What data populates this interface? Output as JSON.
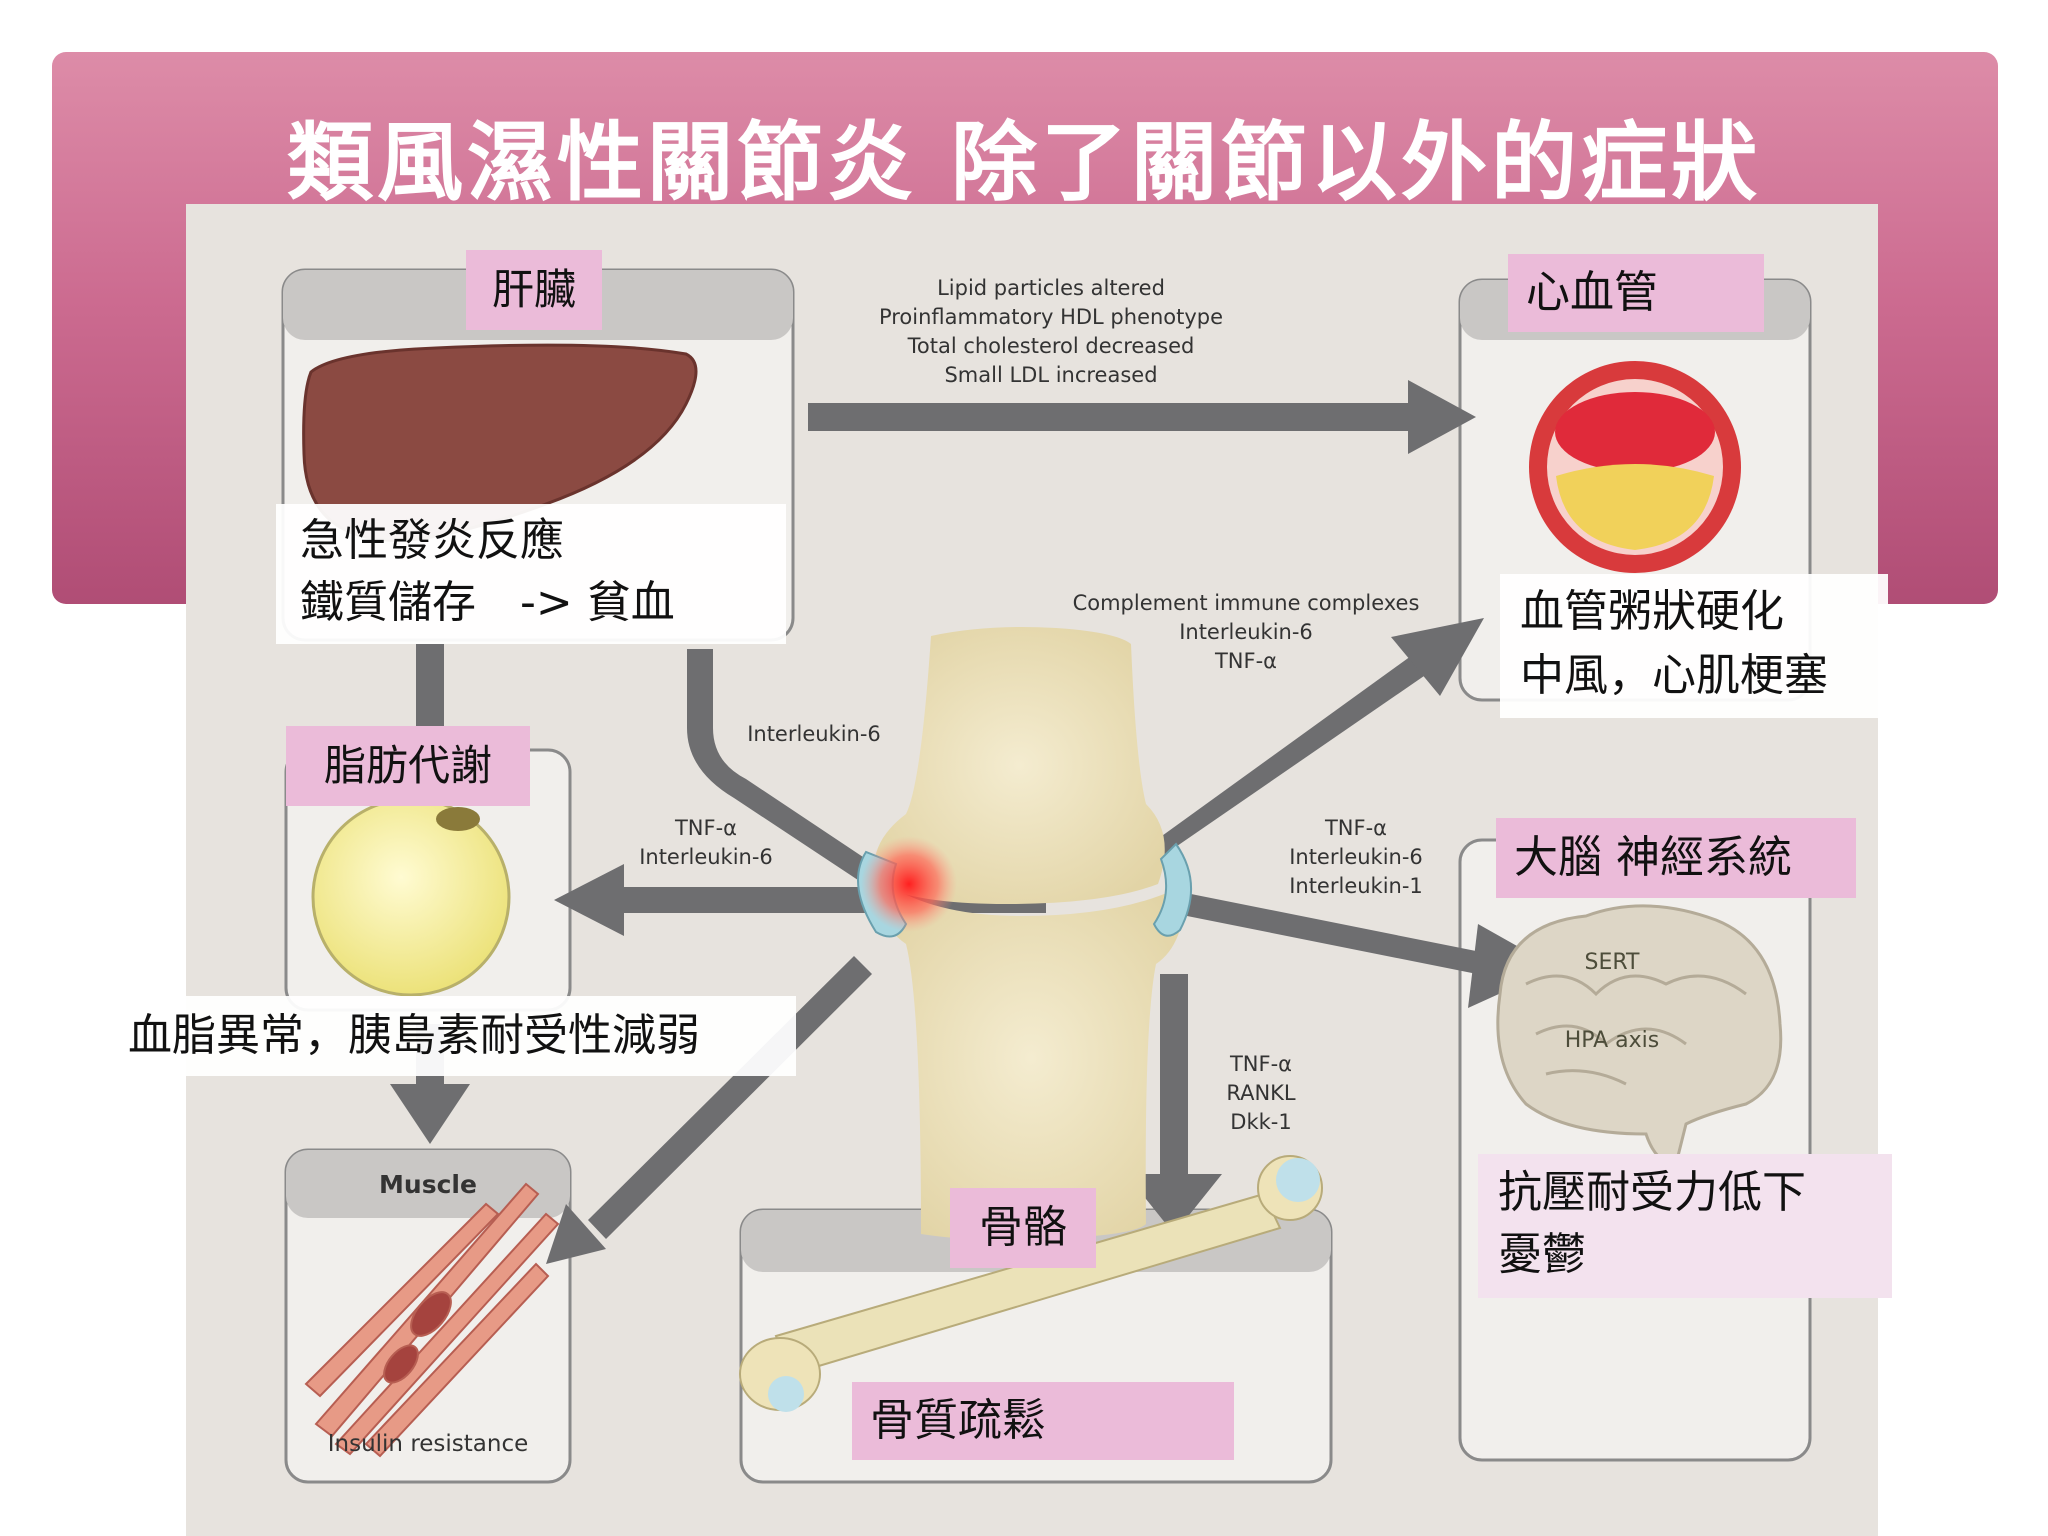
{
  "title": "類風濕性關節炎 除了關節以外的症狀",
  "organs": {
    "liver": {
      "label": "肝臟",
      "effects": [
        "急性發炎反應",
        "鐵質儲存　-> 貧血"
      ]
    },
    "cardio": {
      "label": "心血管",
      "effects": [
        "血管粥狀硬化",
        "中風，心肌梗塞"
      ]
    },
    "fat": {
      "label": "脂肪代謝",
      "effects": [
        "血脂異常，胰島素耐受性減弱"
      ]
    },
    "brain": {
      "label": "大腦 神經系統",
      "effects": [
        "抗壓耐受力低下",
        "憂鬱"
      ]
    },
    "bone": {
      "label": "骨骼",
      "effects": [
        "骨質疏鬆"
      ]
    },
    "muscle": {
      "label": "Muscle",
      "caption": "Insulin resistance"
    }
  },
  "figure_text": {
    "lipid": [
      "Lipid particles altered",
      "Proinflammatory HDL phenotype",
      "Total cholesterol decreased",
      "Small LDL increased"
    ],
    "complement": [
      "Complement immune complexes",
      "Interleukin-6",
      "TNF-α"
    ],
    "il6_liver": "Interleukin-6",
    "fat_mediators": [
      "TNF-α",
      "Interleukin-6"
    ],
    "brain_mediators": [
      "TNF-α",
      "Interleukin-6",
      "Interleukin-1"
    ],
    "bone_mediators": [
      "TNF-α",
      "RANKL",
      "Dkk-1"
    ],
    "brain_labels": [
      "SERT",
      "HPA axis"
    ]
  },
  "colors": {
    "banner": "#cc6b90",
    "pink_label": "#ebbbd9",
    "arrow": "#6e6e70",
    "figure_bg": "#e7e3de"
  }
}
